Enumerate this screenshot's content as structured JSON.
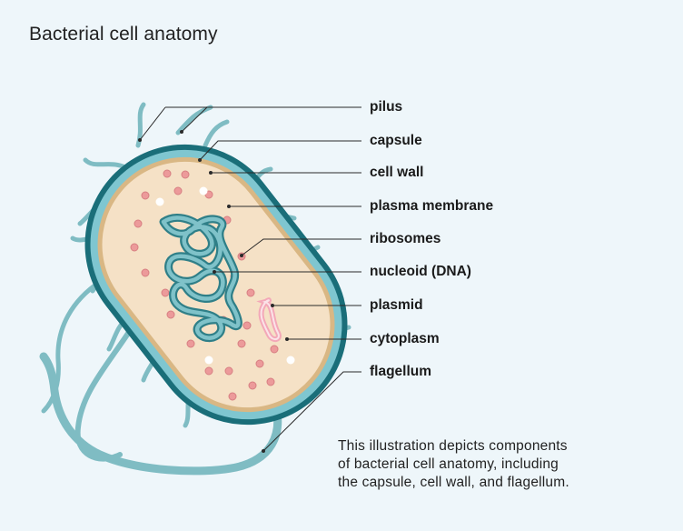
{
  "title": "Bacterial cell anatomy",
  "labels": {
    "pilus": "pilus",
    "capsule": "capsule",
    "cell_wall": "cell wall",
    "plasma_membrane": "plasma membrane",
    "ribosomes": "ribosomes",
    "nucleoid": "nucleoid (DNA)",
    "plasmid": "plasmid",
    "cytoplasm": "cytoplasm",
    "flagellum": "flagellum"
  },
  "caption": {
    "line1": "This illustration depicts components",
    "line2": "of bacterial cell anatomy, including",
    "line3": "the capsule, cell wall, and flagellum."
  },
  "colors": {
    "background": "#eef6fa",
    "capsule": "#1a6e79",
    "cell_wall": "#7fc6d0",
    "membrane": "#d9b784",
    "cytoplasm": "#f5e1c6",
    "nucleoid": "#3d8f98",
    "ribosome": "#ec9a9a",
    "plasmid": "#f3a8b8",
    "appendages": "#7fbcc3"
  }
}
